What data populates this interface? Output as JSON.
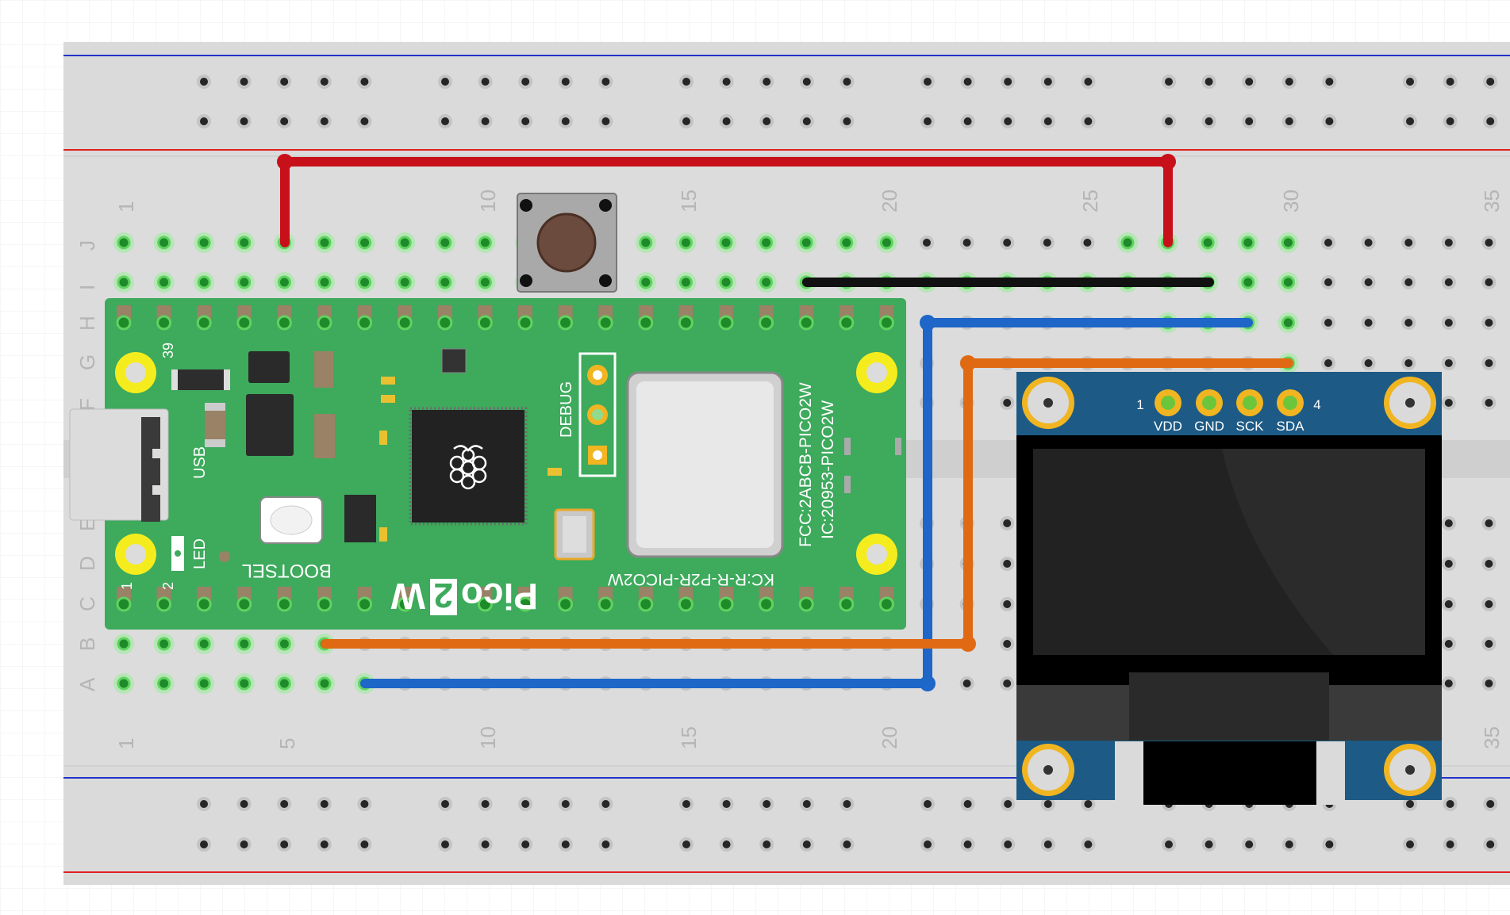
{
  "breadboard": {
    "top_column_numbers": [
      "1",
      "10",
      "15",
      "20",
      "25",
      "30",
      "35"
    ],
    "bottom_column_numbers": [
      "1",
      "5",
      "10",
      "15",
      "20",
      "35"
    ],
    "row_letters": [
      "J",
      "I",
      "H",
      "G",
      "F",
      "E",
      "D",
      "C",
      "B",
      "A"
    ],
    "colors": {
      "red_rail": "#e0201f",
      "blue_rail": "#2233cc",
      "board": "#dadada"
    }
  },
  "pico": {
    "model_label": [
      "Pico",
      "2",
      "W"
    ],
    "fcc_label": "FCC:2ABCB-PICO2W",
    "ic_label": "IC:20953-PICO2W",
    "kc_label": "KC:R-R-P2R-PICO2W",
    "debug_label": "DEBUG",
    "usb_label": "USB",
    "led_label": "LED",
    "bootsel_label": "BOOTSEL",
    "pin_labels": {
      "pin1": "1",
      "pin2": "2",
      "pin39": "39"
    },
    "colors": {
      "pcb": "#3daa5c"
    }
  },
  "oled": {
    "pin_number_left": "1",
    "pin_number_right": "4",
    "pins": [
      "VDD",
      "GND",
      "SCK",
      "SDA"
    ],
    "colors": {
      "pcb": "#1d5a85",
      "pad": "#f0b521"
    }
  },
  "wires": [
    {
      "name": "power-wire",
      "color": "#c8101a"
    },
    {
      "name": "ground-wire",
      "color": "#111111"
    },
    {
      "name": "sck-wire",
      "color": "#1e66c8"
    },
    {
      "name": "sda-wire",
      "color": "#e06a14"
    }
  ]
}
